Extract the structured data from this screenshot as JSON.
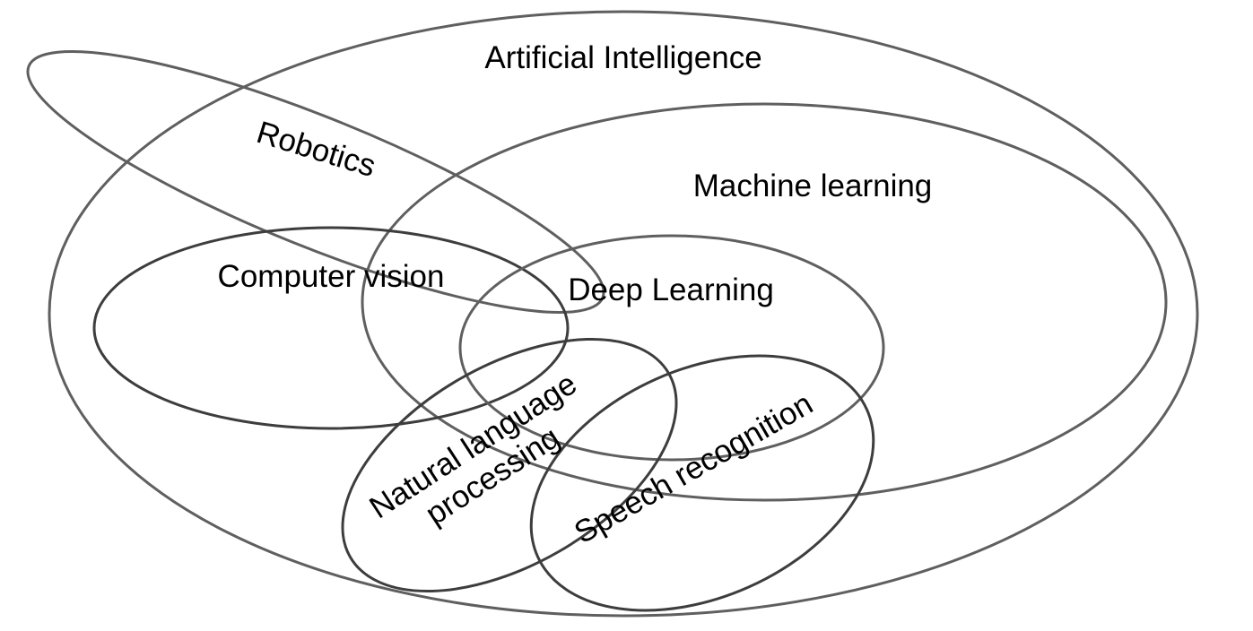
{
  "diagram": {
    "labels": {
      "artificial_intelligence": "Artificial Intelligence",
      "robotics": "Robotics",
      "machine_learning": "Machine learning",
      "computer_vision": "Computer vision",
      "deep_learning": "Deep Learning",
      "nlp_line1": "Natural language",
      "nlp_line2": "processing",
      "speech_recognition": "Speech recognition"
    }
  }
}
